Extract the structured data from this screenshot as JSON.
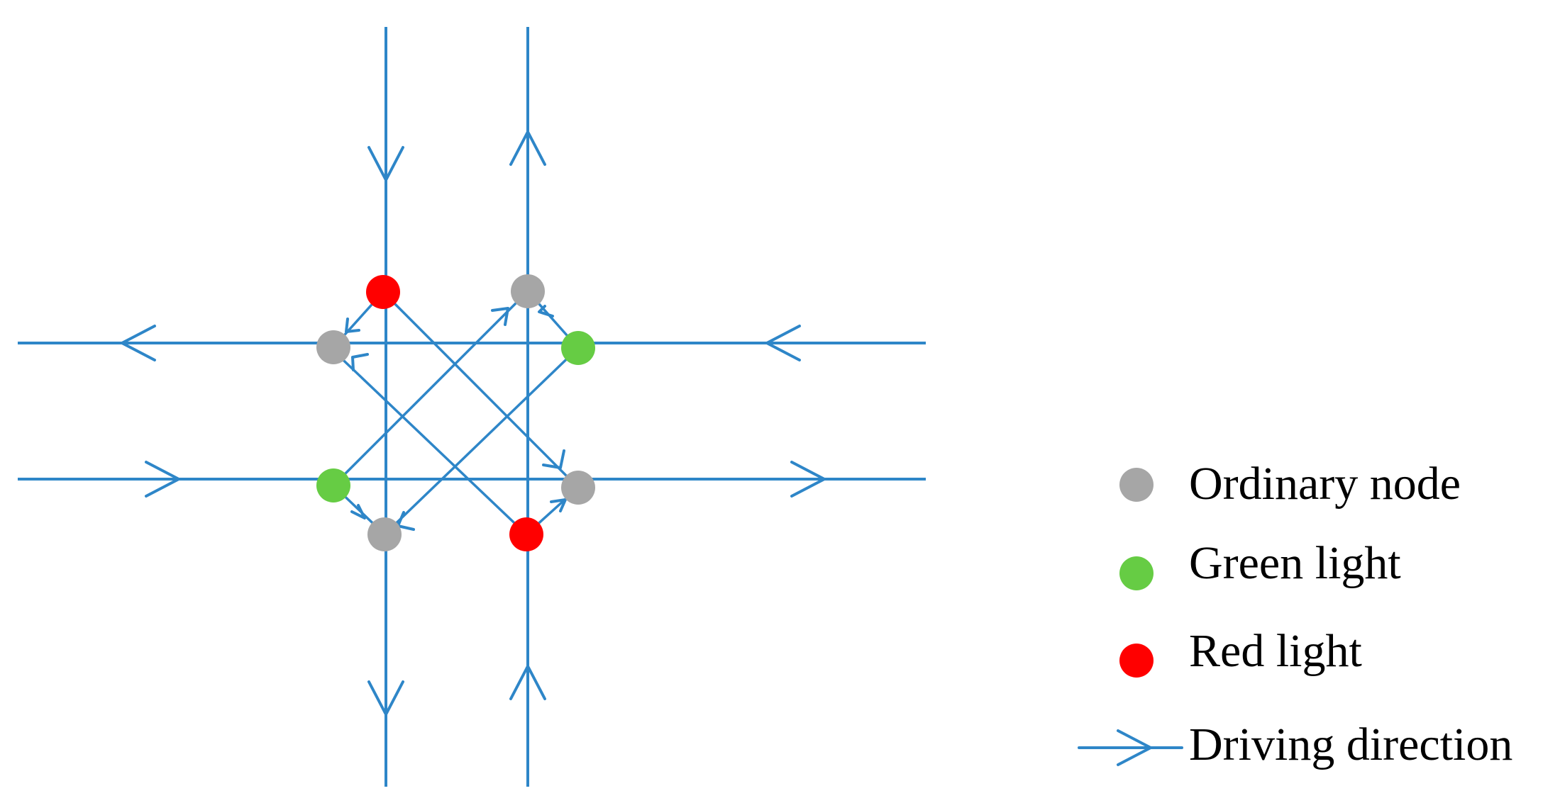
{
  "colors": {
    "road": "#2e86c8",
    "ordinary_node": "#a6a6a6",
    "green_light": "#66cc44",
    "red_light": "#ff0000",
    "text": "#000000"
  },
  "nodes": [
    {
      "id": "top-left",
      "type": "red_light"
    },
    {
      "id": "top-right",
      "type": "ordinary_node"
    },
    {
      "id": "left-upper",
      "type": "ordinary_node"
    },
    {
      "id": "right-upper",
      "type": "green_light"
    },
    {
      "id": "left-lower",
      "type": "green_light"
    },
    {
      "id": "right-lower",
      "type": "ordinary_node"
    },
    {
      "id": "bottom-left",
      "type": "ordinary_node"
    },
    {
      "id": "bottom-right",
      "type": "red_light"
    }
  ],
  "legend": {
    "ordinary_node": "Ordinary node",
    "green_light": "Green light",
    "red_light": "Red light",
    "driving_direction": "Driving direction"
  }
}
